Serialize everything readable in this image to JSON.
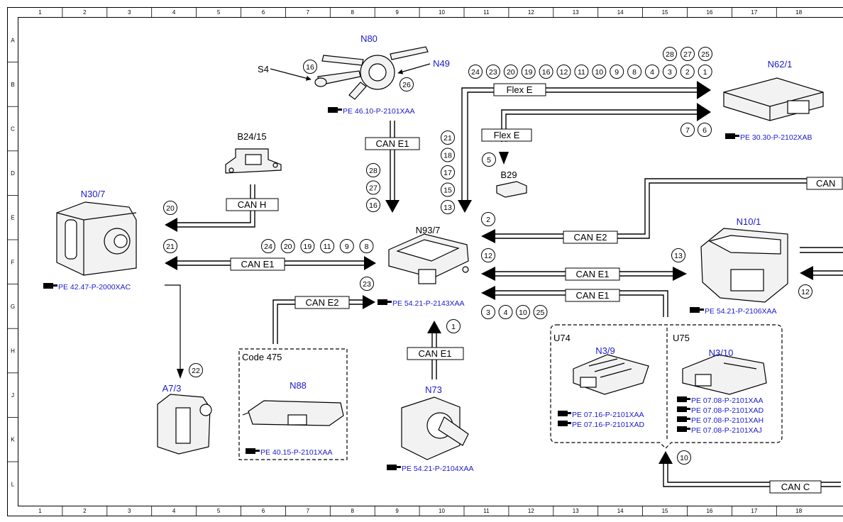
{
  "grid": {
    "columns": [
      "1",
      "2",
      "3",
      "4",
      "5",
      "6",
      "7",
      "8",
      "9",
      "10",
      "11",
      "12",
      "13",
      "14",
      "15",
      "16",
      "17",
      "18"
    ],
    "rows": [
      "A",
      "B",
      "C",
      "D",
      "E",
      "F",
      "G",
      "H",
      "J",
      "K",
      "L"
    ]
  },
  "components": {
    "n80": "N80",
    "n49": "N49",
    "s4": "S4",
    "n62_1": "N62/1",
    "b24_15": "B24/15",
    "n30_7": "N30/7",
    "b29": "B29",
    "n93_7": "N93/7",
    "n10_1": "N10/1",
    "a7_3": "A7/3",
    "n88": "N88",
    "code475": "Code 475",
    "n73": "N73",
    "u74": "U74",
    "u75": "U75",
    "n3_9": "N3/9",
    "n3_10": "N3/10"
  },
  "buses": {
    "flex_e_top": "Flex E",
    "flex_e_lower": "Flex E",
    "can_e1_n80": "CAN E1",
    "can_h": "CAN H",
    "can_e2_right": "CAN E2",
    "can_e1_left": "CAN E1",
    "can_e2_n88": "CAN E2",
    "can_e1_n73": "CAN E1",
    "can_e1_right_a": "CAN E1",
    "can_e1_right_b": "CAN E1",
    "can_c": "CAN C",
    "can_edge": "CAN"
  },
  "refs": {
    "n80": "PE 46.10-P-2101XAA",
    "n62_1": "PE 30.30-P-2102XAB",
    "n30_7": "PE 42.47-P-2000XAC",
    "n93_7": "PE 54.21-P-2143XAA",
    "n10_1": "PE 54.21-P-2106XAA",
    "n88": "PE 40.15-P-2101XAA",
    "n73": "PE 54.21-P-2104XAA",
    "n3_9": [
      "PE 07.16-P-2101XAA",
      "PE 07.16-P-2101XAD"
    ],
    "n3_10": [
      "PE 07.08-P-2101XAA",
      "PE 07.08-P-2101XAD",
      "PE 07.08-P-2101XAH",
      "PE 07.08-P-2101XAJ"
    ]
  },
  "markers": {
    "s4": "16",
    "n80": "26",
    "top_row1": [
      "28",
      "27",
      "25"
    ],
    "top_row2": [
      "24",
      "23",
      "20",
      "19",
      "16",
      "12",
      "11",
      "10",
      "9",
      "8",
      "4",
      "3",
      "2",
      "1"
    ],
    "n62": [
      "7",
      "6"
    ],
    "b29": "5",
    "n80_stack": [
      "28",
      "27",
      "16"
    ],
    "mid_stack": [
      "21",
      "18",
      "17",
      "15",
      "13"
    ],
    "can_h": "20",
    "left_can_e1": "21",
    "can_e1_row": [
      "24",
      "20",
      "19",
      "11",
      "9",
      "8"
    ],
    "can_e2_right": "2",
    "can_e1_right_a": "12",
    "n10": "13",
    "can_e2_n88": "23",
    "can_e1_right_b": [
      "3",
      "4",
      "10",
      "25"
    ],
    "n73": "1",
    "a7": "22",
    "n10_right": "12",
    "can_c": "10"
  }
}
